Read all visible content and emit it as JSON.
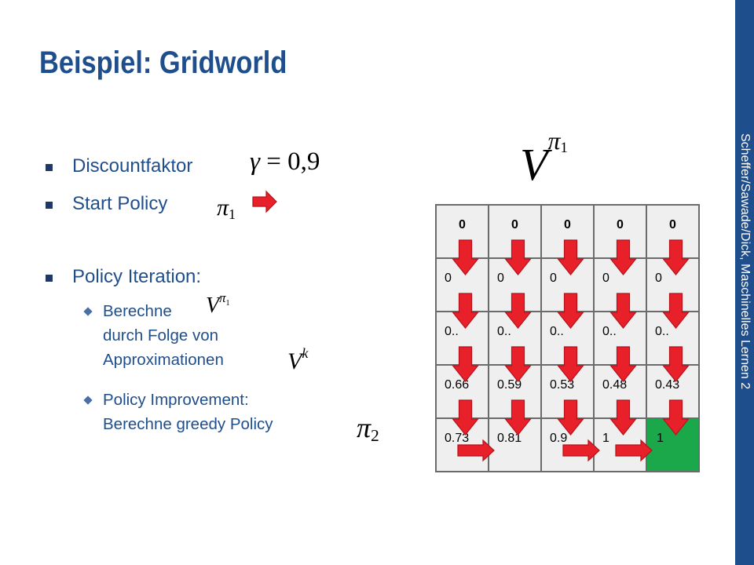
{
  "slide": {
    "title": "Beispiel: Gridworld",
    "sidebar_text": "Scheffer/Sawade/Dick, Maschinelles Lernen 2",
    "colors": {
      "title": "#1f4e8c",
      "sidebar": "#1f4e8c",
      "goal": "#1aa84a",
      "arrow": "#e8202a"
    }
  },
  "bullets": [
    {
      "text": "Discountfaktor",
      "math": "γ = 0,9"
    },
    {
      "text": "Start Policy",
      "math": "π1",
      "icon": "arrow-right-icon"
    },
    {
      "text": "Policy Iteration:"
    }
  ],
  "sub_bullets": [
    {
      "lines": [
        "Berechne",
        "durch Folge von",
        "Approximationen"
      ],
      "math_1": "V^π1",
      "math_2": "V^k"
    },
    {
      "lines": [
        "Policy Improvement:",
        "Berechne greedy Policy"
      ],
      "math_1": "π2"
    }
  ],
  "grid_label": "V^π1",
  "grid": {
    "rows": [
      [
        "0",
        "0",
        "0",
        "0",
        "0"
      ],
      [
        "0",
        "0",
        "0",
        "0",
        "0"
      ],
      [
        "0..",
        "0..",
        "0..",
        "0..",
        "0.."
      ],
      [
        "0.66",
        "0.59",
        "0.53",
        "0.48",
        "0.43"
      ],
      [
        "0.73",
        "0.81",
        "0.9",
        "1",
        "1"
      ]
    ],
    "goal_cell": [
      4,
      4
    ],
    "down_arrows_below_rows": [
      0,
      1,
      2,
      3
    ],
    "right_arrows_row4_cols": [
      0,
      2,
      3
    ]
  }
}
